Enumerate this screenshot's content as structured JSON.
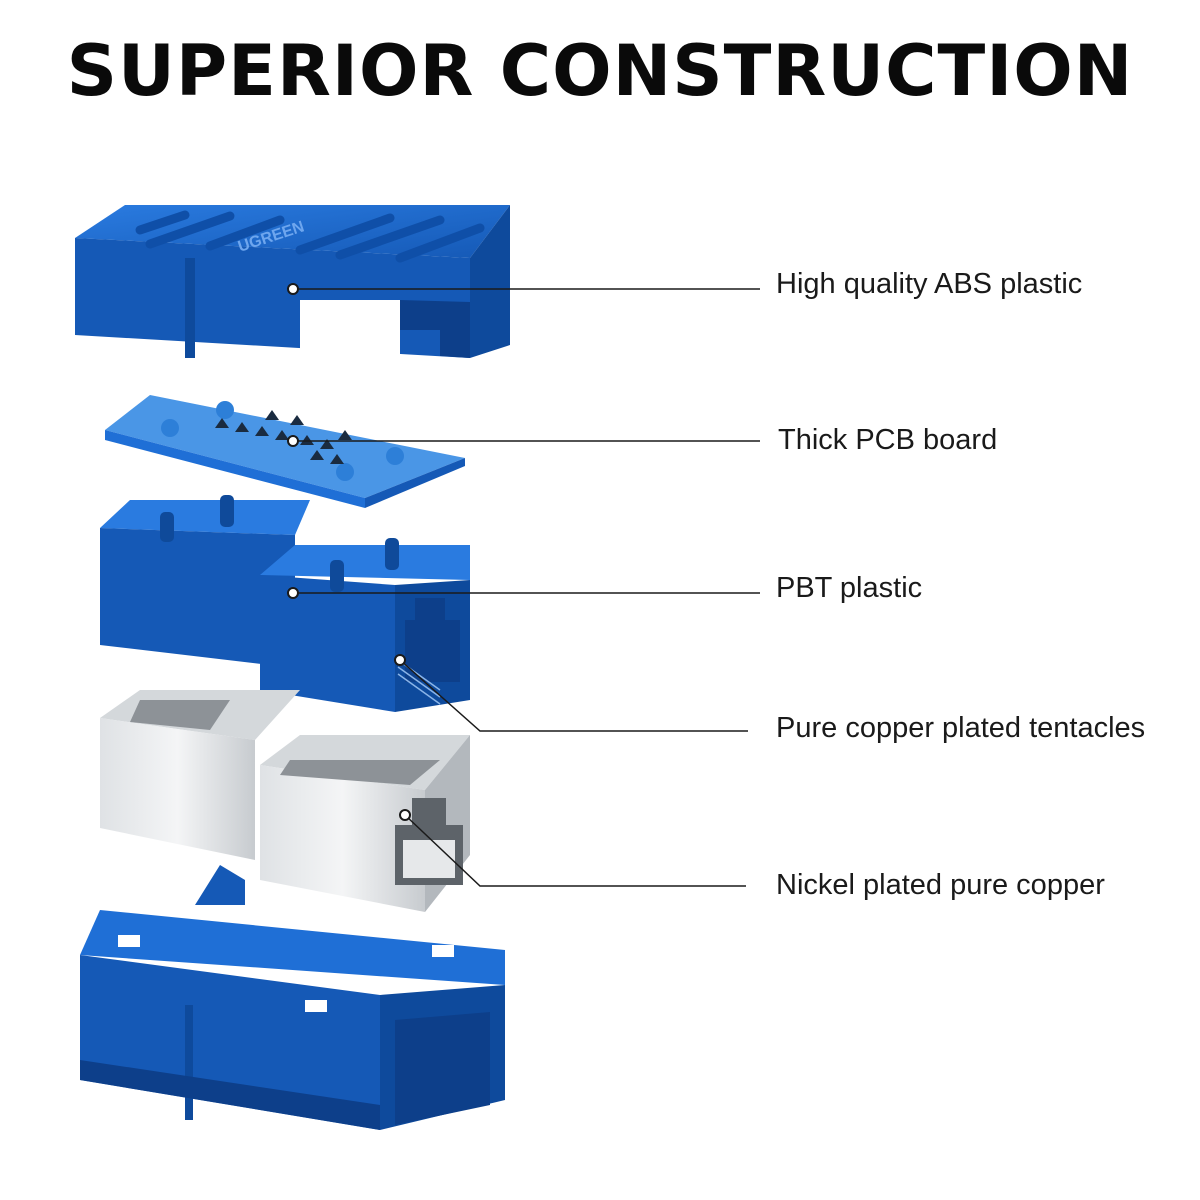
{
  "title": "SUPERIOR CONSTRUCTION",
  "brand": {
    "logo_text": "UGREEN"
  },
  "colors": {
    "blue_light": "#1f6fd6",
    "blue_mid": "#1559b6",
    "blue_dark": "#0d3f8a",
    "pcb": "#3f8fe0",
    "metal_light": "#eceeef",
    "metal_mid": "#c4c8cc",
    "metal_dark": "#8d9297",
    "leader_line": "#1a1a1a"
  },
  "callouts": [
    {
      "id": "abs",
      "label": "High quality ABS plastic"
    },
    {
      "id": "pcb",
      "label": "Thick PCB board"
    },
    {
      "id": "pbt",
      "label": "PBT plastic"
    },
    {
      "id": "tentacles",
      "label": "Pure copper plated tentacles"
    },
    {
      "id": "nickel",
      "label": "Nickel plated pure copper"
    }
  ]
}
